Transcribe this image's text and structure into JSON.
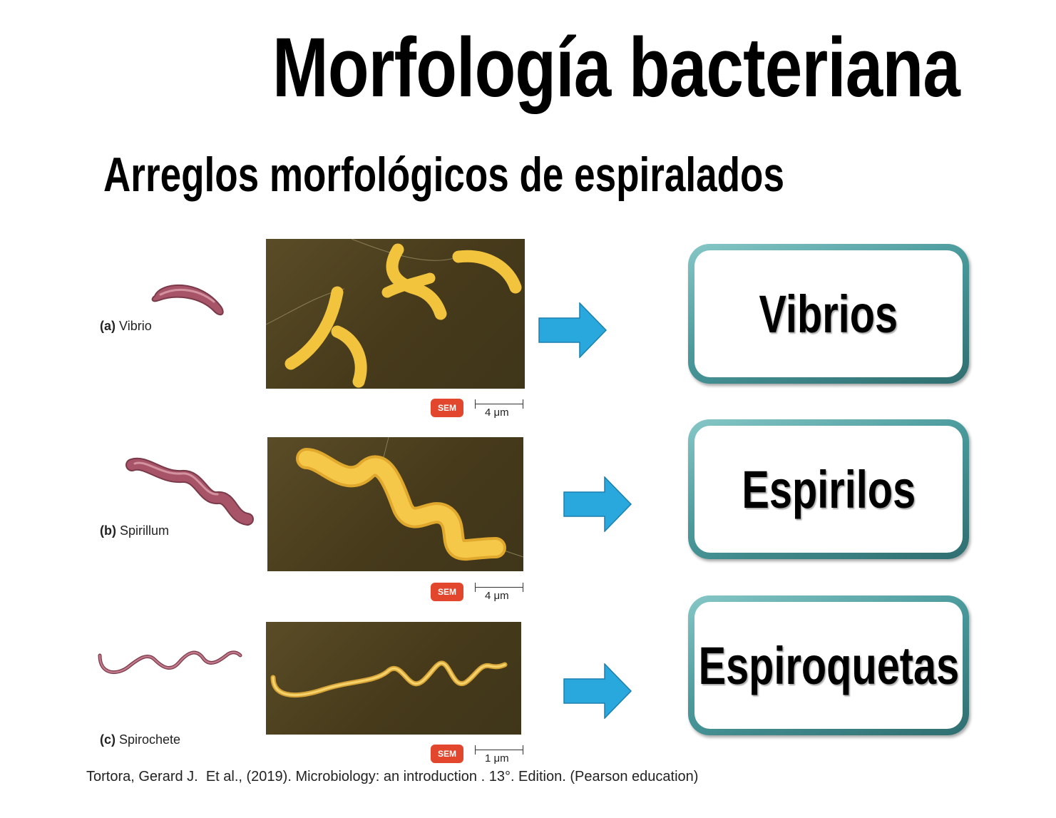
{
  "title": "Morfología bacteriana",
  "subtitle": "Arreglos morfológicos de espiralados",
  "rows": [
    {
      "label_letter": "(a)",
      "label_name": "Vibrio",
      "sem": "SEM",
      "scale": "4 μm",
      "result": "Vibrios"
    },
    {
      "label_letter": "(b)",
      "label_name": "Spirillum",
      "sem": "SEM",
      "scale": "4 μm",
      "result": "Espirilos"
    },
    {
      "label_letter": "(c)",
      "label_name": "Spirochete",
      "sem": "SEM",
      "scale": "1 μm",
      "result": "Espiroquetas"
    }
  ],
  "citation": "Tortora, Gerard J.  Et al., (2019). Microbiology: an introduction . 13°. Edition. (Pearson education)",
  "colors": {
    "arrow": "#29a8dd",
    "card_border": "#4a9a9c",
    "sem_badge": "#e2472d",
    "sketch": "#a85468",
    "bacteria": "#f2c33c"
  }
}
